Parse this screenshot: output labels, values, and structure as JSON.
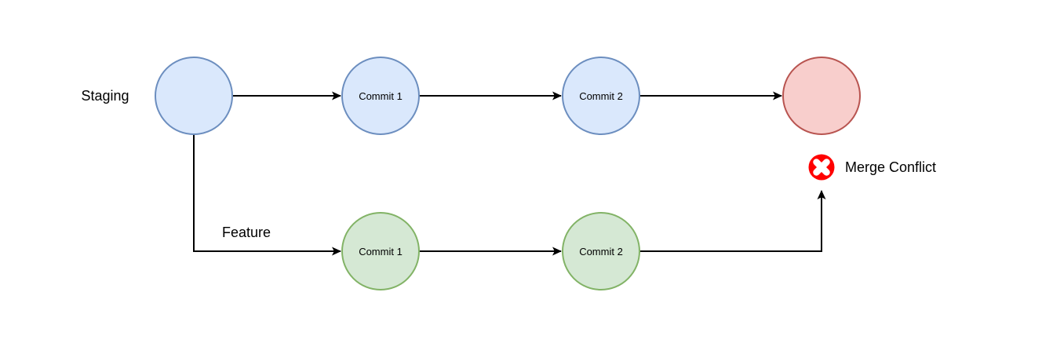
{
  "canvas": {
    "background": "#ffffff"
  },
  "edge_color": "#000000",
  "text_color": "#000000",
  "branches": {
    "staging": {
      "label": "Staging",
      "node_fill": "#dae8fc",
      "node_stroke": "#6c8ebf",
      "commits": [
        {
          "label": "Commit 1"
        },
        {
          "label": "Commit 2"
        }
      ]
    },
    "feature": {
      "label": "Feature",
      "node_fill": "#d5e8d4",
      "node_stroke": "#82b366",
      "commits": [
        {
          "label": "Commit 1"
        },
        {
          "label": "Commit 2"
        }
      ]
    }
  },
  "merge_node": {
    "fill": "#f8cecc",
    "stroke": "#b85450"
  },
  "conflict": {
    "label": "Merge Conflict",
    "icon": "error-x-icon",
    "icon_fill": "#ff0000",
    "icon_glyph_color": "#ffffff",
    "label_color": "#990000"
  },
  "edges": [
    {
      "from": "staging-root-node",
      "to": "staging-commit-1-node"
    },
    {
      "from": "staging-commit-1-node",
      "to": "staging-commit-2-node"
    },
    {
      "from": "staging-commit-2-node",
      "to": "merge-commit-node"
    },
    {
      "from": "staging-root-node",
      "to": "feature-commit-1-node"
    },
    {
      "from": "feature-commit-1-node",
      "to": "feature-commit-2-node"
    },
    {
      "from": "feature-commit-2-node",
      "to": "merge-conflict-indicator"
    }
  ]
}
